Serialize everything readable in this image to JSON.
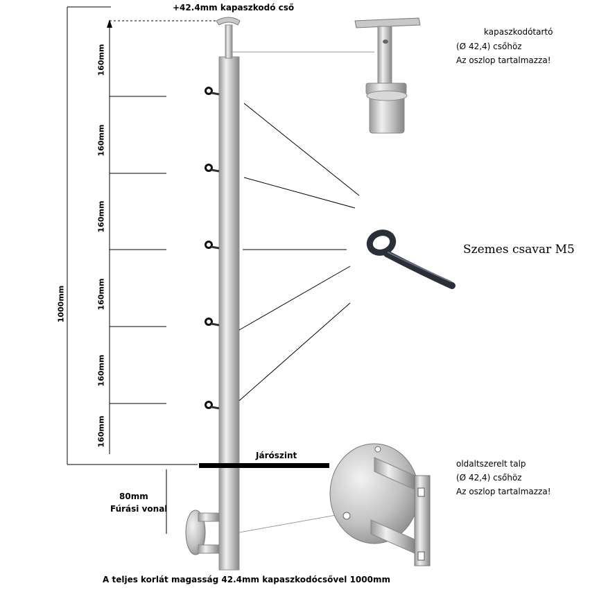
{
  "top_label": "+42.4mm kapaszkodó cső",
  "segment_label": "160mm",
  "total_height_label": "1000mm",
  "handrail_holder": {
    "line1": "kapaszkodótartó",
    "line2": "(Ø 42,4) csőhöz",
    "line3": "Az oszlop tartalmazza!"
  },
  "eye_bolt_label": "Szemes csavar M5",
  "floor_label": "Járószint",
  "drill_label_1": "80mm",
  "drill_label_2": "Fúrási vonal",
  "side_mount": {
    "line1": "oldaltszerelt talp",
    "line2": "(Ø 42,4) csőhöz",
    "line3": "Az oszlop tartalmazza!"
  },
  "bottom_caption": "A teljes korlát magasság 42.4mm kapaszkodócsővel 1000mm",
  "colors": {
    "steel_light": "#e8e8e8",
    "steel_mid": "#b5b5b5",
    "steel_dark": "#7d7d7d",
    "line": "#000000",
    "leader": "#9a9a9a"
  }
}
